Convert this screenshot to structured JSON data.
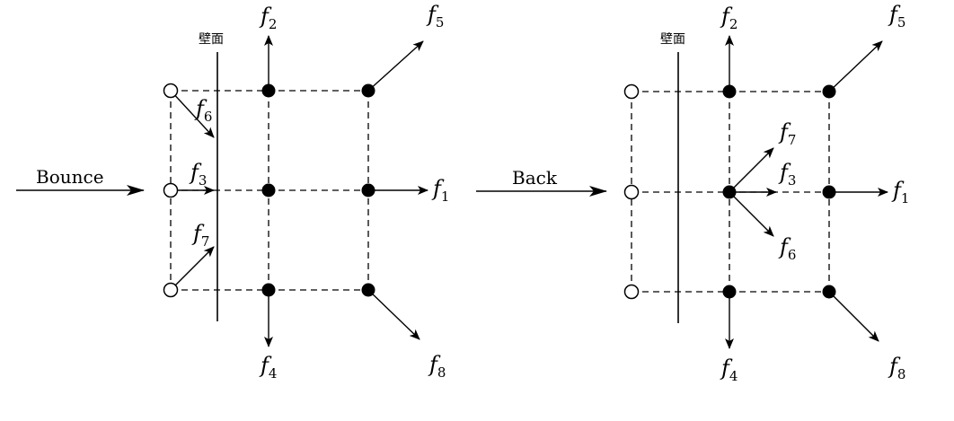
{
  "left_panel": {
    "title": "Bounce",
    "wall_label": "壁面",
    "vectors": {
      "f1": {
        "base": "f",
        "sub": "1"
      },
      "f2": {
        "base": "f",
        "sub": "2"
      },
      "f3": {
        "base": "f",
        "sub": "3"
      },
      "f4": {
        "base": "f",
        "sub": "4"
      },
      "f5": {
        "base": "f",
        "sub": "5"
      },
      "f6": {
        "base": "f",
        "sub": "6"
      },
      "f7": {
        "base": "f",
        "sub": "7"
      },
      "f8": {
        "base": "f",
        "sub": "8"
      }
    }
  },
  "right_panel": {
    "title": "Back",
    "wall_label": "壁面",
    "vectors": {
      "f1": {
        "base": "f",
        "sub": "1"
      },
      "f2": {
        "base": "f",
        "sub": "2"
      },
      "f3": {
        "base": "f",
        "sub": "3"
      },
      "f4": {
        "base": "f",
        "sub": "4"
      },
      "f5": {
        "base": "f",
        "sub": "5"
      },
      "f6": {
        "base": "f",
        "sub": "6"
      },
      "f7": {
        "base": "f",
        "sub": "7"
      },
      "f8": {
        "base": "f",
        "sub": "8"
      }
    }
  },
  "colors": {
    "ink": "#000000",
    "open_node": "#ffffff"
  }
}
